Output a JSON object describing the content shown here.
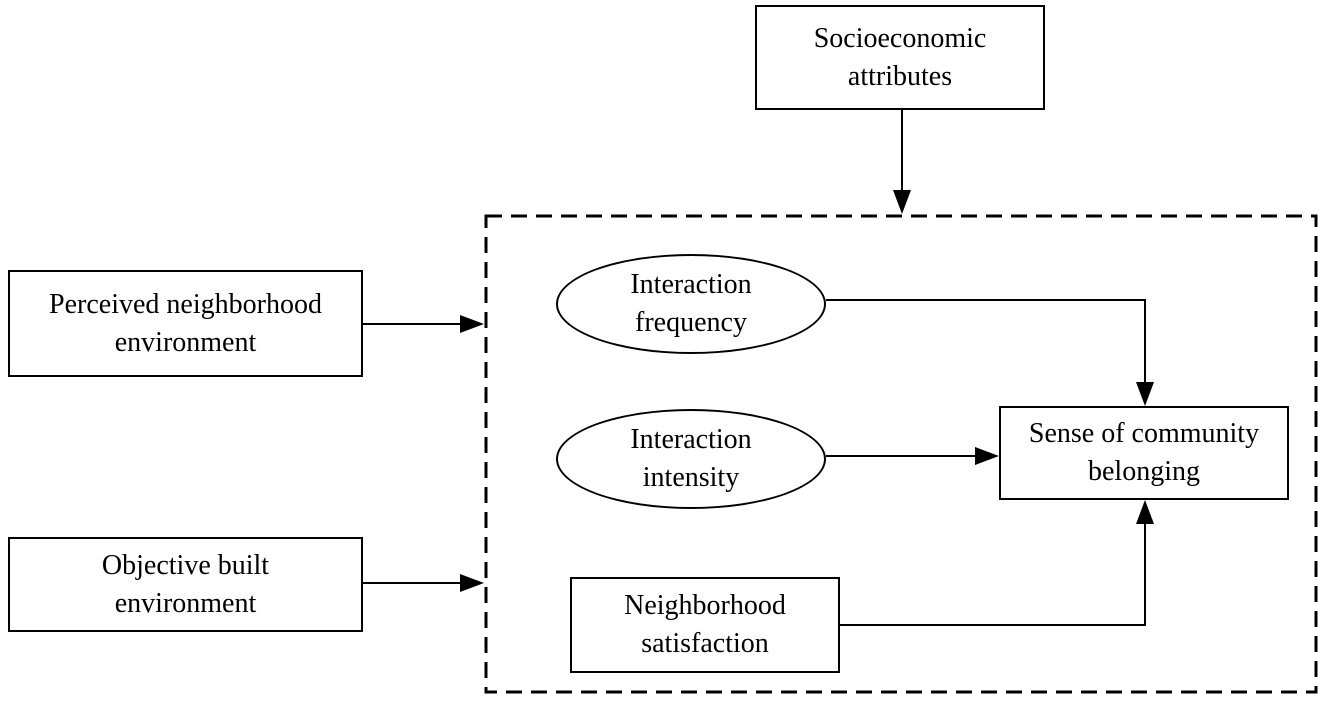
{
  "nodes": {
    "socioeconomic": {
      "line1": "Socioeconomic",
      "line2": "attributes",
      "shape": "rectangle"
    },
    "perceived": {
      "line1": "Perceived neighborhood",
      "line2": "environment",
      "shape": "rectangle"
    },
    "objective": {
      "line1": "Objective built",
      "line2": "environment",
      "shape": "rectangle"
    },
    "frequency": {
      "line1": "Interaction",
      "line2": "frequency",
      "shape": "ellipse"
    },
    "intensity": {
      "line1": "Interaction",
      "line2": "intensity",
      "shape": "ellipse"
    },
    "satisfaction": {
      "line1": "Neighborhood",
      "line2": "satisfaction",
      "shape": "rectangle"
    },
    "belonging": {
      "line1": "Sense of community",
      "line2": "belonging",
      "shape": "rectangle"
    }
  },
  "edges": [
    {
      "from": "socioeconomic",
      "to": "mediator-group"
    },
    {
      "from": "perceived",
      "to": "mediator-group"
    },
    {
      "from": "objective",
      "to": "mediator-group"
    },
    {
      "from": "frequency",
      "to": "belonging"
    },
    {
      "from": "intensity",
      "to": "belonging"
    },
    {
      "from": "satisfaction",
      "to": "belonging"
    }
  ],
  "colors": {
    "stroke": "#000000",
    "background": "#ffffff"
  }
}
